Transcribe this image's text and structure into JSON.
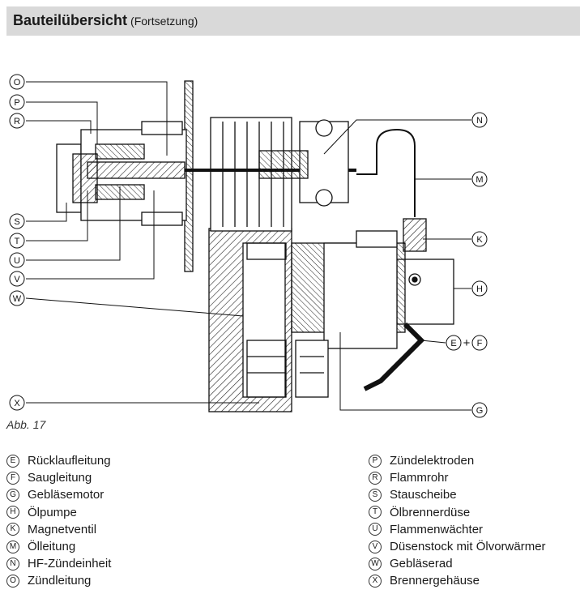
{
  "header": {
    "title": "Bauteilübersicht",
    "subtitle": "(Fortsetzung)"
  },
  "figure": {
    "caption": "Abb. 17",
    "callouts": {
      "O": "O",
      "P": "P",
      "R": "R",
      "S": "S",
      "T": "T",
      "U": "U",
      "V": "V",
      "W": "W",
      "X": "X",
      "N": "N",
      "M": "M",
      "K": "K",
      "H": "H",
      "E": "E",
      "plus": "+",
      "F": "F",
      "G": "G"
    }
  },
  "legend_left": [
    {
      "letter": "E",
      "label": "Rücklaufleitung"
    },
    {
      "letter": "F",
      "label": "Saugleitung"
    },
    {
      "letter": "G",
      "label": "Gebläsemotor"
    },
    {
      "letter": "H",
      "label": "Ölpumpe"
    },
    {
      "letter": "K",
      "label": "Magnetventil"
    },
    {
      "letter": "M",
      "label": "Ölleitung"
    },
    {
      "letter": "N",
      "label": "HF-Zündeinheit"
    },
    {
      "letter": "O",
      "label": "Zündleitung"
    }
  ],
  "legend_right": [
    {
      "letter": "P",
      "label": "Zündelektroden"
    },
    {
      "letter": "R",
      "label": "Flammrohr"
    },
    {
      "letter": "S",
      "label": "Stauscheibe"
    },
    {
      "letter": "T",
      "label": "Ölbrennerdüse"
    },
    {
      "letter": "U",
      "label": "Flammenwächter"
    },
    {
      "letter": "V",
      "label": "Düsenstock mit Ölvorwärmer"
    },
    {
      "letter": "W",
      "label": "Gebläserad"
    },
    {
      "letter": "X",
      "label": "Brennergehäuse"
    }
  ]
}
